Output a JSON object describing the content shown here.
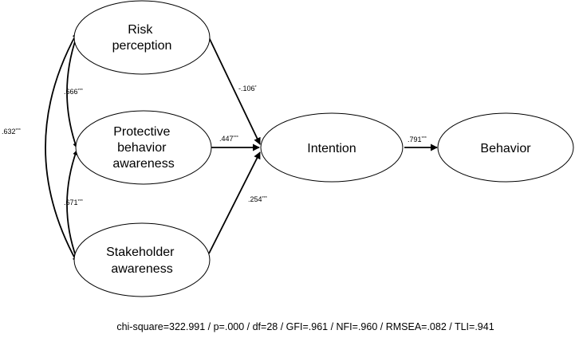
{
  "nodes": {
    "risk": {
      "lines": [
        "Risk",
        "perception"
      ]
    },
    "protective": {
      "lines": [
        "Protective",
        "behavior",
        "awareness"
      ]
    },
    "stakeholder": {
      "lines": [
        "Stakeholder",
        "awareness"
      ]
    },
    "intention": {
      "lines": [
        "Intention"
      ]
    },
    "behavior": {
      "lines": [
        "Behavior"
      ]
    }
  },
  "paths": {
    "risk_intention": {
      "value": "-.106",
      "sig": "*"
    },
    "protective_intention": {
      "value": ".447",
      "sig": "***"
    },
    "stakeholder_intention": {
      "value": ".254",
      "sig": "***"
    },
    "intention_behavior": {
      "value": ".791",
      "sig": "***"
    }
  },
  "correlations": {
    "risk_protective": {
      "value": ".666",
      "sig": "***"
    },
    "protective_stakeholder": {
      "value": ".671",
      "sig": "***"
    },
    "risk_stakeholder": {
      "value": ".632",
      "sig": "***"
    }
  },
  "fit_stats": "chi-square=322.991 / p=.000 / df=28 / GFI=.961 / NFI=.960 / RMSEA=.082 / TLI=.941"
}
